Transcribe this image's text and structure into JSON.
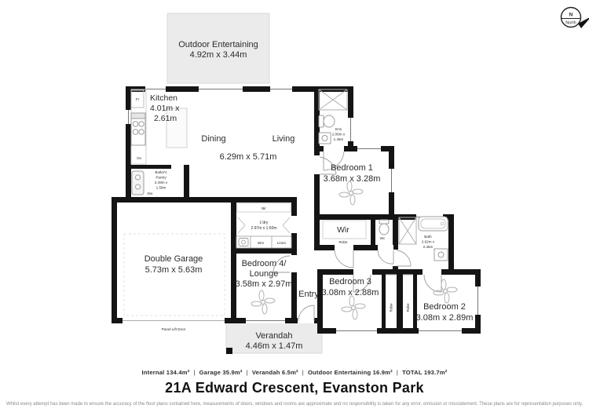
{
  "compass": {
    "n": "N",
    "north": "North"
  },
  "rooms": {
    "outdoor": {
      "name": "Outdoor Entertaining",
      "dims": "4.92m x 3.44m"
    },
    "kitchen": {
      "name": "Kitchen",
      "dims_line1": "4.01m x",
      "dims_line2": "2.61m"
    },
    "dining": {
      "name": "Dining"
    },
    "living": {
      "name": "Living"
    },
    "dining_living_dims": "6.29m x 5.71m",
    "butlers_pantry": {
      "line1": "Butler's",
      "line2": "Pantry",
      "line3": "2.49m x",
      "line4": "1.59m"
    },
    "ensuite": {
      "line1": "Ens",
      "line2": "2.06m x",
      "line3": "1.45m"
    },
    "bedroom1": {
      "name": "Bedroom 1",
      "dims": "3.68m x 3.28m"
    },
    "wir": {
      "name": "Wir",
      "robe": "Robe"
    },
    "wc": {
      "name": "Wc"
    },
    "bath": {
      "line1": "Bath",
      "line2": "2.62m x",
      "line3": "2.45m"
    },
    "garage": {
      "name": "Double Garage",
      "dims": "5.73m x 5.63m",
      "door_label": "Panel Lift Door"
    },
    "bir": {
      "name": "Bir"
    },
    "laundry": {
      "name": "L'dry",
      "dims": "2.97m x 1.60m",
      "wm": "Wm",
      "linen": "Linen"
    },
    "bedroom4": {
      "name_line1": "Bedroom 4/",
      "name_line2": "Lounge",
      "dims": "3.58m x 2.97m"
    },
    "entry": {
      "name": "Entry"
    },
    "verandah": {
      "name": "Verandah",
      "dims": "4.46m x 1.47m"
    },
    "bedroom3": {
      "name": "Bedroom 3",
      "dims": "3.08m x 2.88m"
    },
    "bedroom2": {
      "name": "Bedroom 2",
      "dims": "3.08m x 2.89m"
    },
    "robe_left": "Robe",
    "robe_right": "Robe"
  },
  "appliances": {
    "fridge": "Fr",
    "oven": "Ov",
    "dishwasher": "Dw"
  },
  "footer": {
    "areas": [
      "Internal 134.4m²",
      "Garage 35.9m²",
      "Verandah 6.5m²",
      "Outdoor Entertaining 16.9m²",
      "TOTAL 193.7m²"
    ],
    "separator": "|",
    "address": "21A Edward Crescent, Evanston Park",
    "disclaimer": "Whilst every attempt has been made to ensure the accuracy of the floor plans contained here, measurements of doors, windows and rooms are approximate and no responsibility is taken for any error, omission or misstatement. These plans are for representation purposes only."
  }
}
